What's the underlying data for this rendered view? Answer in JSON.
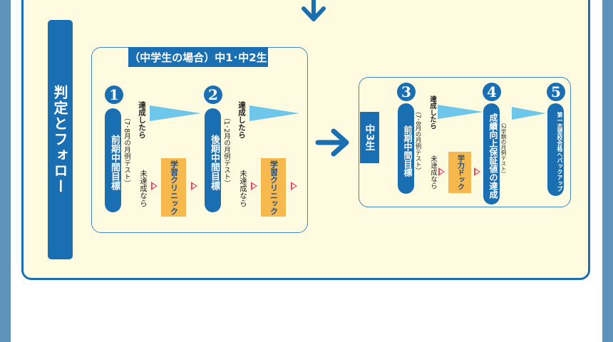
{
  "side_label": "判定とフォロー",
  "group_title": "（中学生の場合）中1･中2生",
  "grade3_label": "中3生",
  "steps": [
    {
      "num": "1",
      "goal": "前期中間目標",
      "note": "（7･8月の月例テスト）"
    },
    {
      "num": "2",
      "goal": "後期中間目標",
      "note": "（1･2月の月例テスト）"
    },
    {
      "num": "3",
      "goal": "前期中間目標",
      "note": "（7･8月の月例テスト）"
    },
    {
      "num": "4",
      "goal": "成績向上保証値の達成",
      "note": "（2学期の月例テスト）"
    },
    {
      "num": "5",
      "goal": "第一志望校合格へバックアップ"
    }
  ],
  "achieved_label": "達成したら",
  "not_achieved_label": "未達成なら",
  "clinic_label": "学習クリニック",
  "dock_label": "学力ドック",
  "colors": {
    "primary": "#1a6fb2",
    "panel_bg": "#fffbe0",
    "orange": "#f7b84e",
    "pink": "#e24a6e",
    "wedge": "#6ec6ea",
    "frame": "#5d93bb"
  },
  "icons": {
    "down_arrow": "arrow-down-icon",
    "right_arrow": "arrow-right-icon",
    "small_triangle": "triangle-right-icon"
  }
}
